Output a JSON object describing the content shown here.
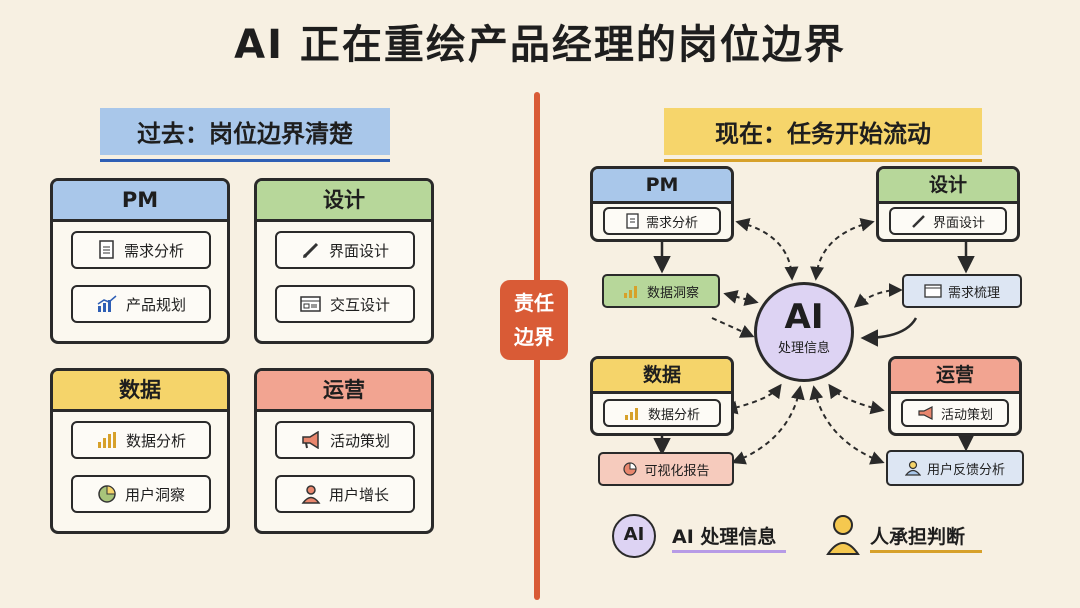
{
  "title": "AI 正在重绘产品经理的岗位边界",
  "left": {
    "heading": "过去：岗位边界清楚",
    "boxes": {
      "pm": {
        "label": "PM",
        "items": [
          "需求分析",
          "产品规划"
        ]
      },
      "design": {
        "label": "设计",
        "items": [
          "界面设计",
          "交互设计"
        ]
      },
      "data": {
        "label": "数据",
        "items": [
          "数据分析",
          "用户洞察"
        ]
      },
      "ops": {
        "label": "运营",
        "items": [
          "活动策划",
          "用户增长"
        ]
      }
    }
  },
  "divider_label": [
    "责任",
    "边界"
  ],
  "right": {
    "heading": "现在：任务开始流动",
    "center": {
      "big": "AI",
      "small": "处理信息"
    },
    "boxes": {
      "pm": {
        "label": "PM",
        "item": "需求分析",
        "extra": "数据洞察"
      },
      "design": {
        "label": "设计",
        "item": "界面设计",
        "extra": "需求梳理"
      },
      "data": {
        "label": "数据",
        "item": "数据分析",
        "extra": "可视化报告"
      },
      "ops": {
        "label": "运营",
        "item": "活动策划",
        "extra": "用户反馈分析"
      }
    },
    "legend": {
      "ai_badge": "AI",
      "ai_text": "AI 处理信息",
      "human_text": "人承担判断"
    }
  },
  "colors": {
    "blue": "#a9c7ea",
    "green": "#b7d79a",
    "yellow": "#f5d46a",
    "red": "#f2a491",
    "divider": "#d95b36",
    "ai_purple": "#ddd3f3"
  }
}
